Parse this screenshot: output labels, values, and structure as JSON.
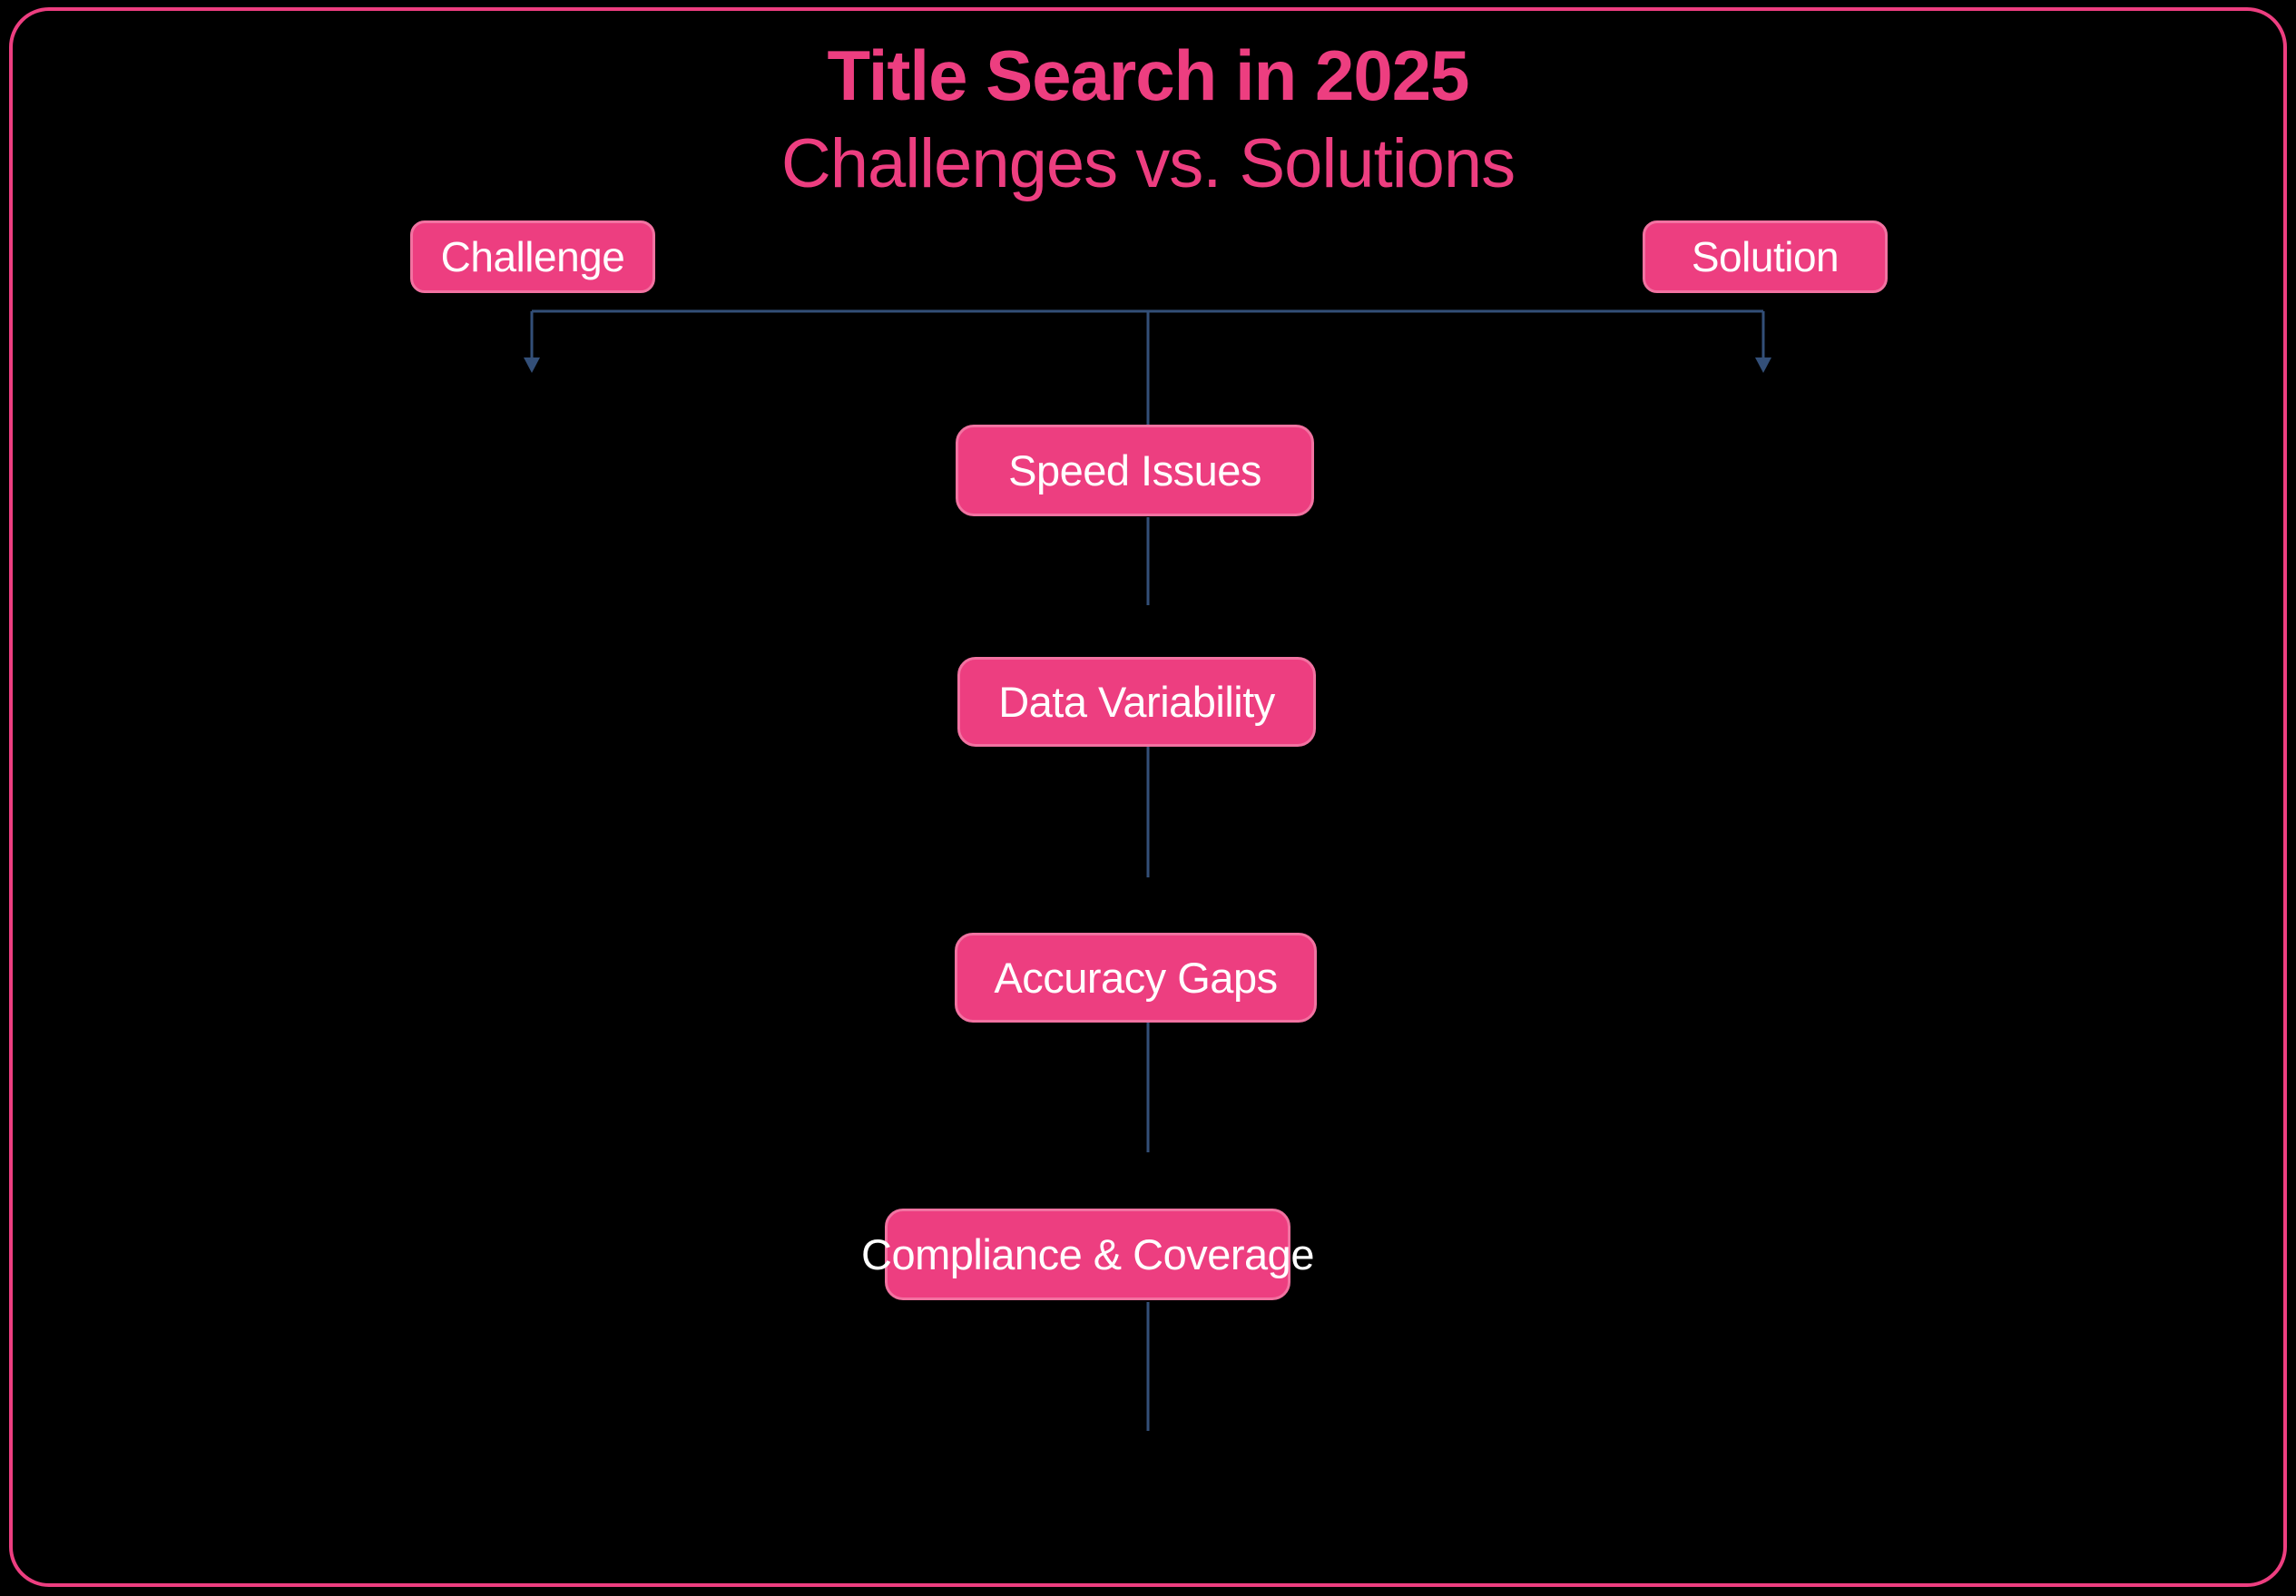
{
  "title": {
    "line1": "Title Search in 2025",
    "line2": "Challenges vs. Solutions"
  },
  "labels": {
    "challenge": "Challenge",
    "solution": "Solution"
  },
  "nodes": [
    {
      "label": "Speed Issues"
    },
    {
      "label": "Data Variability"
    },
    {
      "label": "Accuracy Gaps"
    },
    {
      "label": "Compliance & Coverage"
    }
  ],
  "colors": {
    "background": "#000000",
    "frame_border": "#ED3E80",
    "title_text": "#ED3E80",
    "node_fill": "#ED3E80",
    "node_border": "#F272A1",
    "node_text": "#FFFFFF",
    "connector": "#334F78"
  }
}
